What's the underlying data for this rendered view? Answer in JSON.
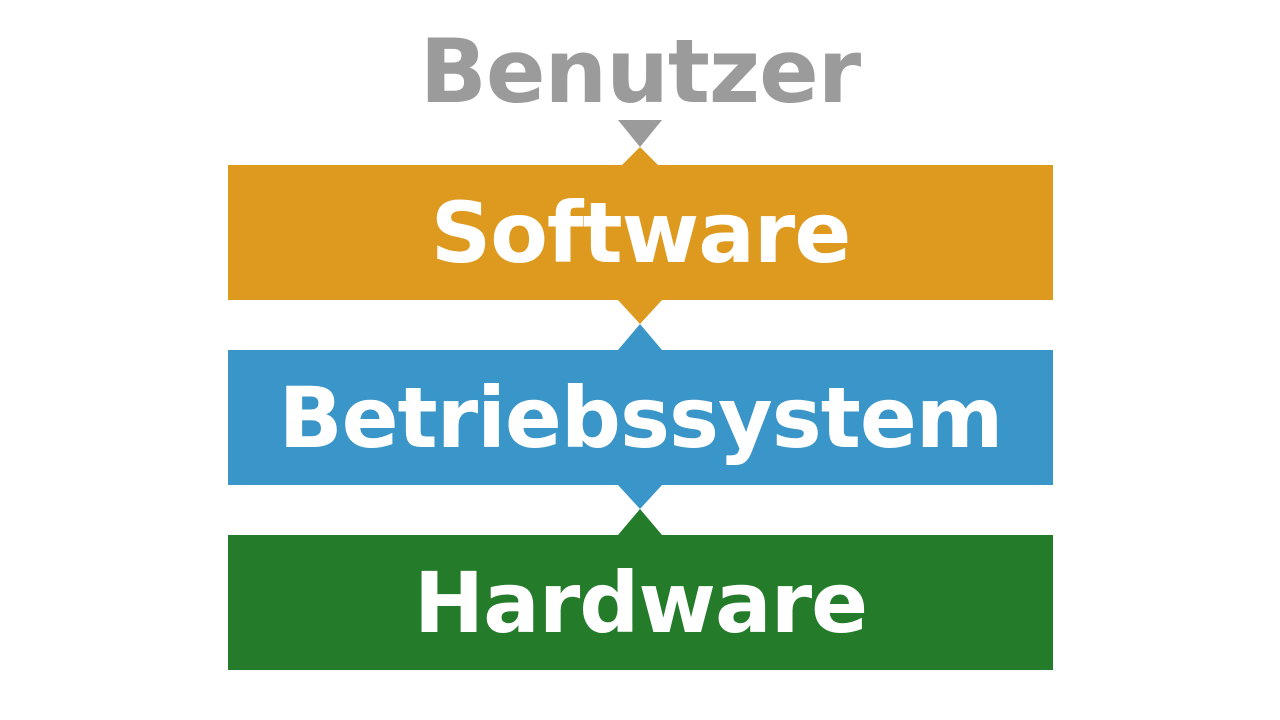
{
  "diagram": {
    "title": "Benutzer",
    "layers": [
      {
        "label": "Software",
        "color": "#dd9a1f"
      },
      {
        "label": "Betriebssystem",
        "color": "#3a96c8"
      },
      {
        "label": "Hardware",
        "color": "#247c2b"
      }
    ],
    "colors": {
      "title": "#9b9b9b",
      "arrow_user": "#9b9b9b"
    },
    "arrows": [
      {
        "from": "Benutzer",
        "to": "Software"
      },
      {
        "from": "Software",
        "to": "Betriebssystem"
      },
      {
        "from": "Betriebssystem",
        "to": "Hardware"
      }
    ]
  }
}
